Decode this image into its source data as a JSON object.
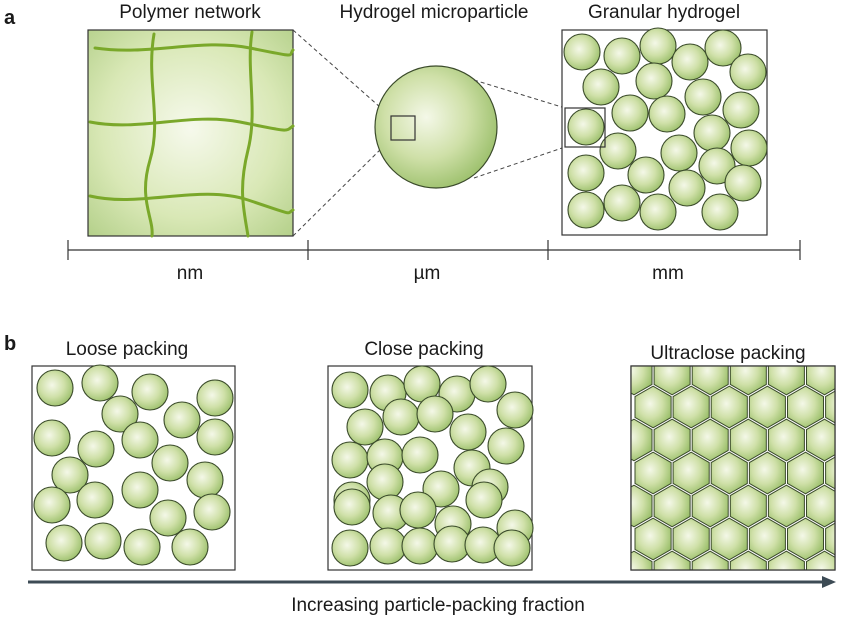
{
  "panel_a": {
    "letter": "a",
    "titles": {
      "polymer": "Polymer network",
      "microparticle": "Hydrogel microparticle",
      "granular": "Granular hydrogel"
    },
    "scales": [
      "nm",
      "µm",
      "mm"
    ]
  },
  "panel_b": {
    "letter": "b",
    "titles": {
      "loose": "Loose packing",
      "close": "Close packing",
      "ultraclose": "Ultraclose packing"
    },
    "axis_label": "Increasing particle-packing fraction"
  },
  "colors": {
    "fill_center": "#f4f8e8",
    "fill_edge": "#9cc06c",
    "particle_outline": "#3a4a2a",
    "fiber": "#7aa82a",
    "frame": "#333333",
    "arrow": "#3d4b55"
  }
}
